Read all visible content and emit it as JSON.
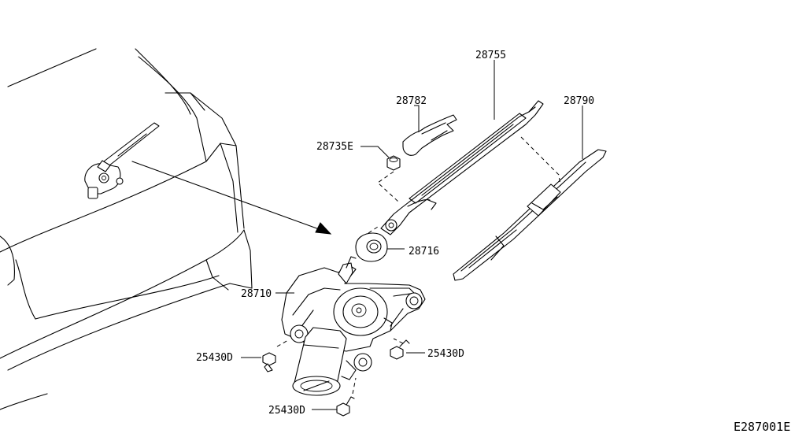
{
  "callouts": {
    "arm": "28755",
    "cap": "28782",
    "blade": "28790",
    "nut": "28735E",
    "seal": "28716",
    "motor": "28710",
    "bolt_left": "25430D",
    "bolt_right": "25430D",
    "bolt_bottom": "25430D"
  },
  "diagram_code": "E287001E"
}
